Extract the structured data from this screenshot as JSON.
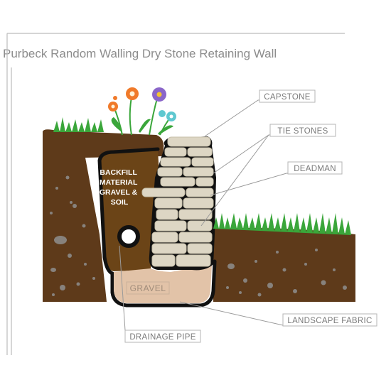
{
  "title": "Purbeck Random Walling Dry Stone Retaining Wall",
  "labels": {
    "capstone": "CAPSTONE",
    "tie_stones": "TIE STONES",
    "deadman": "DEADMAN",
    "landscape_fabric": "LANDSCAPE FABRIC",
    "drainage_pipe": "DRAINAGE PIPE",
    "gravel": "GRAVEL"
  },
  "backfill_lines": [
    "BACKFILL",
    "MATERIAL",
    "GRAVEL &",
    "SOIL"
  ],
  "colors": {
    "soil": "#5e3a1a",
    "backfill": "#6b4417",
    "stone": "#ddd6c4",
    "gravel": "#e2c3a8",
    "grass": "#3aa63a",
    "fabric": "#111111"
  }
}
